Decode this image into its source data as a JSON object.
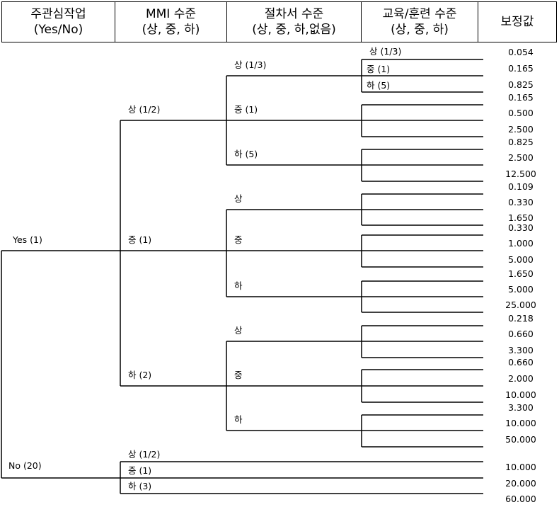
{
  "header": {
    "col1": {
      "line1": "주관심작업",
      "line2": "(Yes/No)"
    },
    "col2": {
      "line1": "MMI 수준",
      "line2": "(상, 중, 하)"
    },
    "col3": {
      "line1": "절차서 수준",
      "line2": "(상, 중, 하,없음)"
    },
    "col4": {
      "line1": "교육/훈련 수준",
      "line2": "(상, 중, 하)"
    },
    "col5": {
      "line1": "보정값"
    }
  },
  "tree": {
    "root": [
      {
        "label": "Yes (1)",
        "mmi": [
          {
            "label": "상 (1/2)",
            "proc": [
              {
                "label": "상 (1/3)",
                "edu": [
                  "상 (1/3)",
                  "중 (1)",
                  "하 (5)"
                ],
                "values": [
                  "0.054",
                  "0.165",
                  "0.825"
                ]
              },
              {
                "label": "중 (1)",
                "edu": [
                  "",
                  "",
                  ""
                ],
                "values": [
                  "0.165",
                  "0.500",
                  "2.500"
                ]
              },
              {
                "label": "하 (5)",
                "edu": [
                  "",
                  "",
                  ""
                ],
                "values": [
                  "0.825",
                  "2.500",
                  "12.500"
                ]
              }
            ]
          },
          {
            "label": "중 (1)",
            "proc": [
              {
                "label": "상",
                "edu": [
                  "",
                  "",
                  ""
                ],
                "values": [
                  "0.109",
                  "0.330",
                  "1.650"
                ]
              },
              {
                "label": "중",
                "edu": [
                  "",
                  "",
                  ""
                ],
                "values": [
                  "0.330",
                  "1.000",
                  "5.000"
                ]
              },
              {
                "label": "하",
                "edu": [
                  "",
                  "",
                  ""
                ],
                "values": [
                  "1.650",
                  "5.000",
                  "25.000"
                ]
              }
            ]
          },
          {
            "label": "하 (2)",
            "proc": [
              {
                "label": "상",
                "edu": [
                  "",
                  "",
                  ""
                ],
                "values": [
                  "0.218",
                  "0.660",
                  "3.300"
                ]
              },
              {
                "label": "중",
                "edu": [
                  "",
                  "",
                  ""
                ],
                "values": [
                  "0.660",
                  "2.000",
                  "10.000"
                ]
              },
              {
                "label": "하",
                "edu": [
                  "",
                  "",
                  ""
                ],
                "values": [
                  "3.300",
                  "10.000",
                  "50.000"
                ]
              }
            ]
          }
        ]
      },
      {
        "label": "No (20)",
        "mmi_direct": [
          {
            "label": "상 (1/2)",
            "value": "10.000"
          },
          {
            "label": "중 (1)",
            "value": "20.000"
          },
          {
            "label": "하 (3)",
            "value": "60.000"
          }
        ]
      }
    ]
  }
}
